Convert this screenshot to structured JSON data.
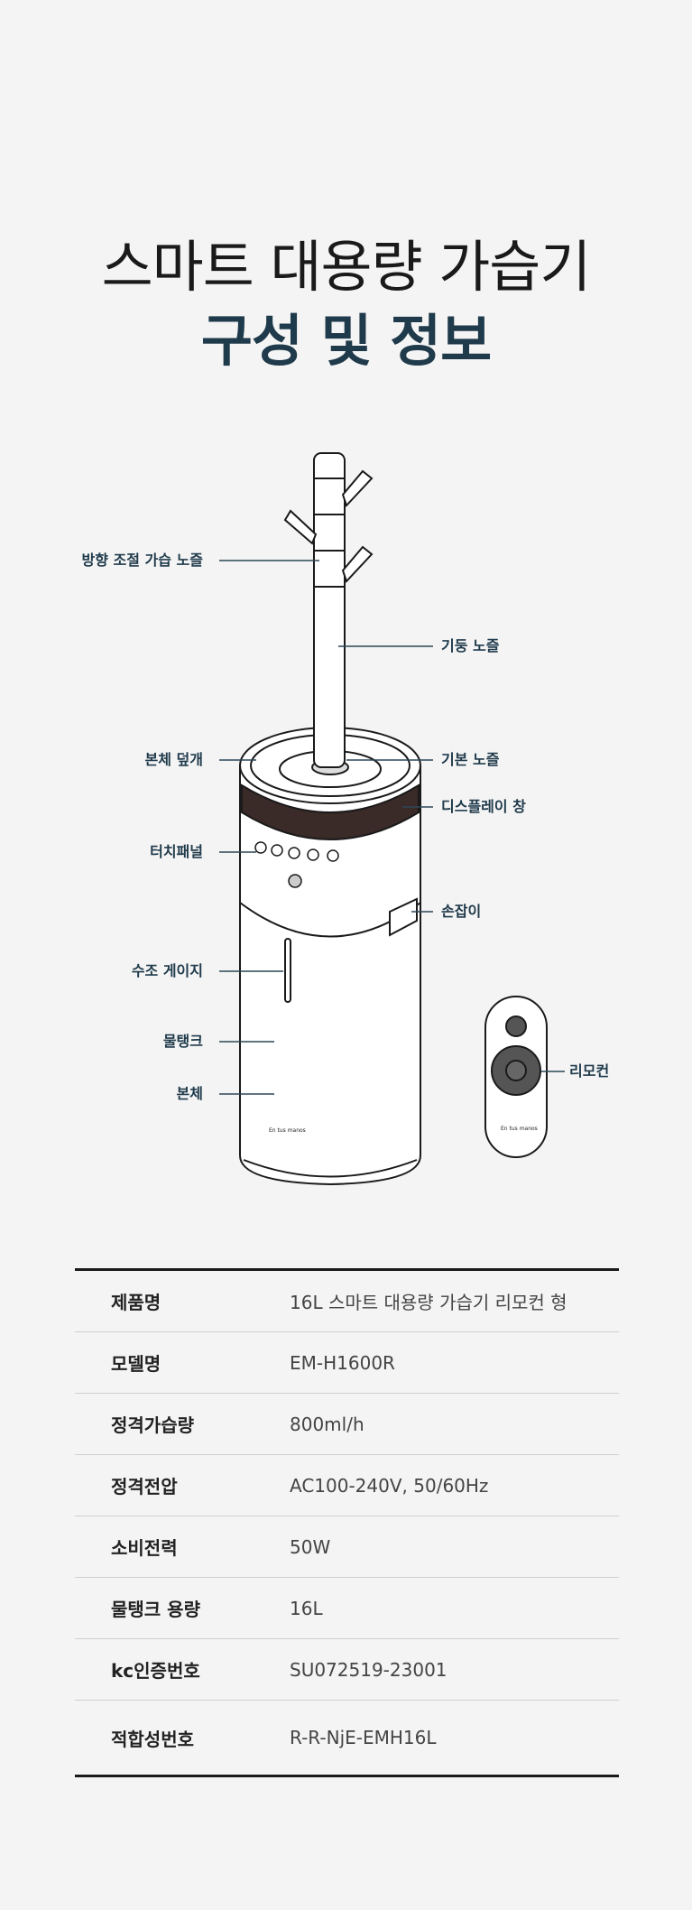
{
  "title": {
    "line1": "스마트 대용량 가습기",
    "line2": "구성 및 정보"
  },
  "diagram": {
    "labels": {
      "direction_nozzle": "방향 조절 가습 노즐",
      "pillar_nozzle": "기둥 노즐",
      "body_cover": "본체 덮개",
      "base_nozzle": "기본 노즐",
      "display_window": "디스플레이 창",
      "touch_panel": "터치패널",
      "handle": "손잡이",
      "water_gauge": "수조 게이지",
      "water_tank": "물탱크",
      "body": "본체",
      "remote": "리모컨"
    },
    "brand_logo": "En tus manos"
  },
  "specs": [
    {
      "label": "제품명",
      "value": "16L 스마트 대용량 가습기 리모컨 형"
    },
    {
      "label": "모델명",
      "value": "EM-H1600R"
    },
    {
      "label": "정격가습량",
      "value": "800ml/h"
    },
    {
      "label": "정격전압",
      "value": "AC100-240V, 50/60Hz"
    },
    {
      "label": "소비전력",
      "value": "50W"
    },
    {
      "label": "물탱크 용량",
      "value": "16L"
    },
    {
      "label": "kc인증번호",
      "value": "SU072519-23001"
    },
    {
      "label": "적합성번호",
      "value": "R-R-NjE-EMH16L"
    }
  ],
  "colors": {
    "background": "#f4f4f4",
    "accent": "#1f3a4b"
  }
}
